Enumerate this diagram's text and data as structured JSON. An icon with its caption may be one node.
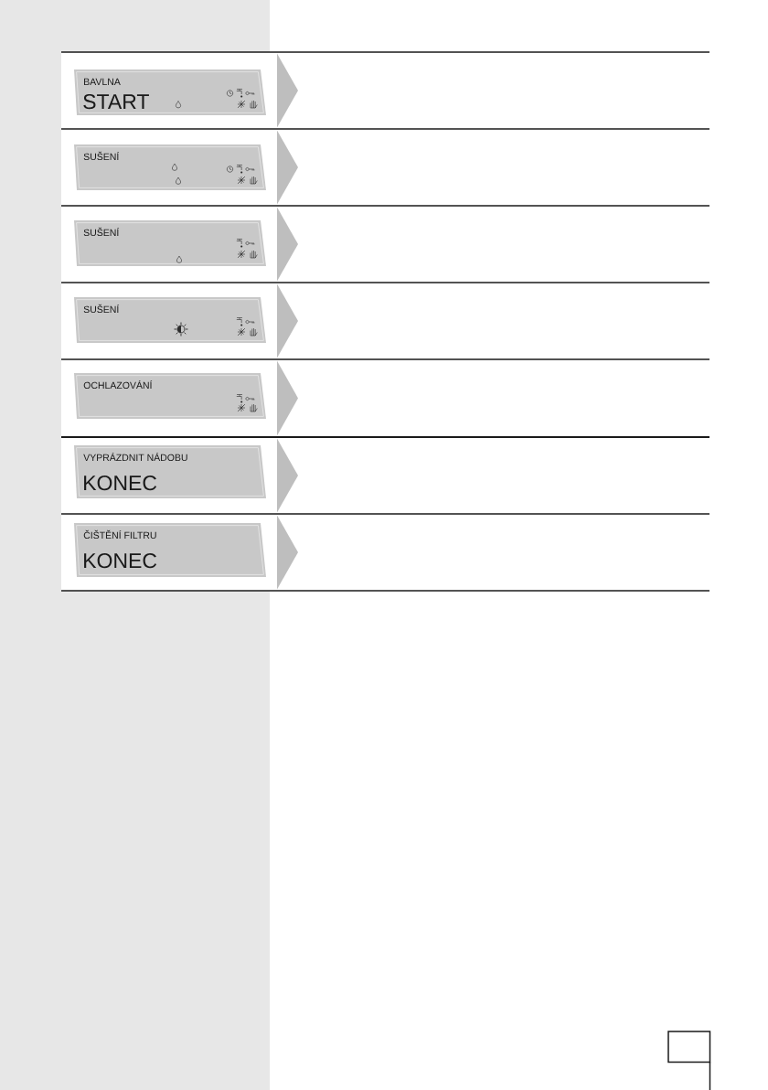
{
  "diagram": {
    "nodes": [
      {
        "text": [
          "BAVLNA",
          "START"
        ]
      },
      {
        "text": [
          "SUŠENÍ"
        ]
      },
      {
        "text": [
          "SUŠENÍ"
        ]
      },
      {
        "text": [
          "SUŠENÍ"
        ]
      },
      {
        "text": [
          "OCHLAZOVÁNÍ"
        ]
      },
      {
        "text": [
          "VYPRÁZDNIT NÁDOBU",
          "KONEC"
        ]
      },
      {
        "text": [
          "ČIŠTĚNÍ FILTRU",
          "KONEC"
        ]
      }
    ],
    "edges": [
      {
        "from": 0,
        "to": null,
        "arrow": "to"
      },
      {
        "from": 1,
        "to": null,
        "arrow": "to"
      },
      {
        "from": 2,
        "to": null,
        "arrow": "to"
      },
      {
        "from": 3,
        "to": null,
        "arrow": "to"
      },
      {
        "from": 4,
        "to": null,
        "arrow": "to"
      },
      {
        "from": 5,
        "to": null,
        "arrow": "to"
      },
      {
        "from": 6,
        "to": null,
        "arrow": "to"
      }
    ]
  }
}
